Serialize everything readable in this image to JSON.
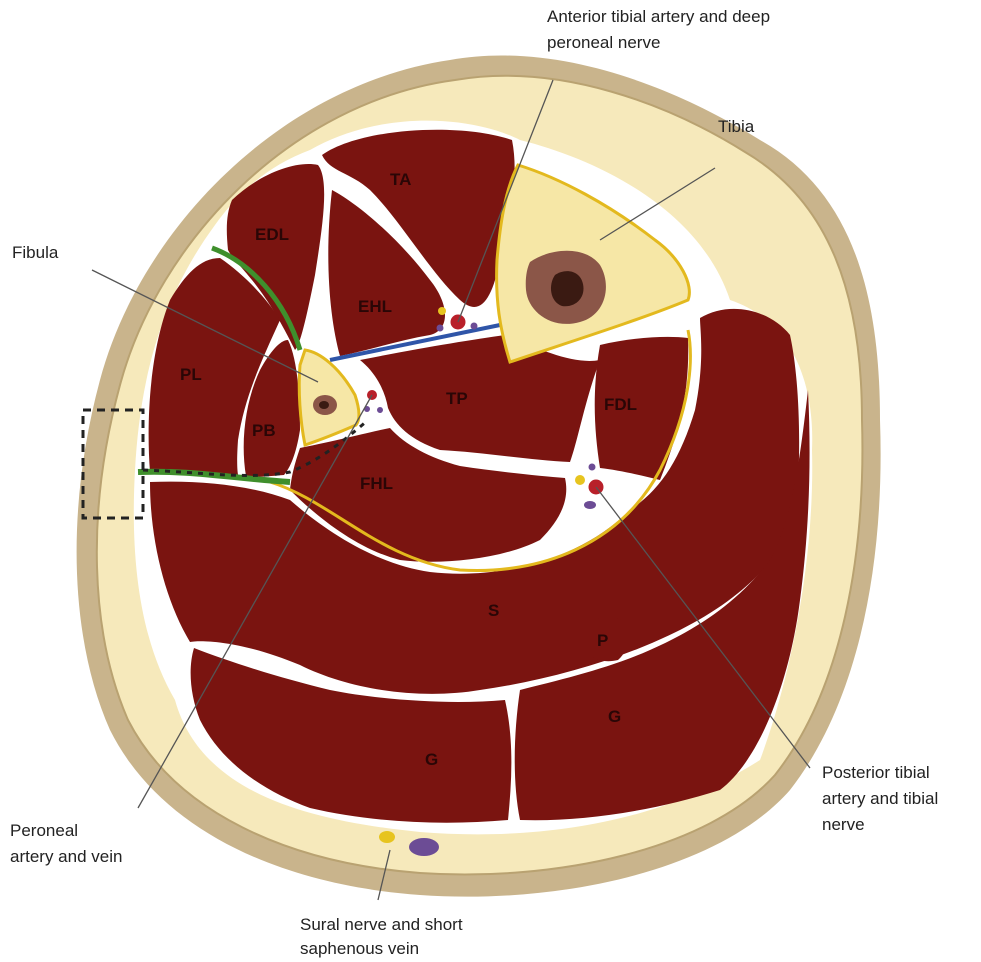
{
  "colors": {
    "skin": "#c9b48c",
    "subcutaneous": "#f6e9bb",
    "muscle": "#7a1410",
    "bone": "#f6e7a6",
    "marrow": "#7c4a3c",
    "fascia_yellow": "#e3b91e",
    "fascia_green": "#3f8f2c",
    "septum_blue": "#2f55a8",
    "artery": "#b8202a",
    "vein": "#6c4c95",
    "nerve": "#e7c41f"
  },
  "muscles": {
    "ta": "TA",
    "edl": "EDL",
    "ehl": "EHL",
    "pl": "PL",
    "pb": "PB",
    "tp": "TP",
    "fdl": "FDL",
    "fhl": "FHL",
    "s": "S",
    "p": "P",
    "g_medial": "G",
    "g_lateral": "G"
  },
  "callouts": {
    "anterior_tibial": [
      "Anterior tibial artery and deep",
      "peroneal nerve"
    ],
    "tibia": [
      "Tibia"
    ],
    "fibula": [
      "Fibula"
    ],
    "peroneal": [
      "Peroneal",
      "artery and vein"
    ],
    "posterior_tibial": [
      "Posterior tibial",
      "artery and tibial",
      "nerve"
    ],
    "sural": [
      "Sural nerve and short",
      "saphenous vein"
    ]
  },
  "icons": {
    "fasciotomy_marker": "dashed-rectangle-icon"
  }
}
